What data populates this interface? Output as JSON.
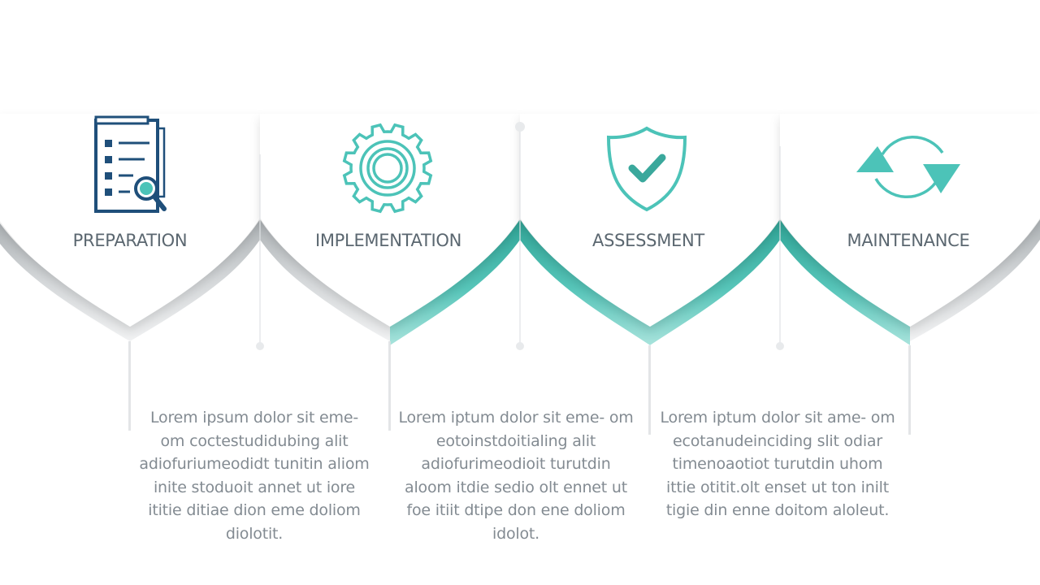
{
  "colors": {
    "navy": "#1f4f7a",
    "teal": "#4cc3b8",
    "teal_dark": "#3aa89c",
    "gray_ribbon": "#c9cdd0",
    "label_gray": "#5b6770",
    "text_gray": "#838b92"
  },
  "steps": [
    {
      "label": "PREPARATION",
      "icon": "checklist-magnifier-icon",
      "description": ""
    },
    {
      "label": "IMPLEMENTATION",
      "icon": "gear-icon",
      "description": "Lorem ipsum dolor sit eme- om coctestudidubing alit adiofuriumeodidt tunitin aliom inite stoduoit annet ut iore ititie ditiae dion eme doliom diolotit."
    },
    {
      "label": "ASSESSMENT",
      "icon": "shield-check-icon",
      "description": "Lorem iptum dolor sit eme- om eotoinstdoitialing alit adiofurimeodioit turutdin aloom itdie sedio olt ennet ut foe itiit dtipe don ene doliom idolot."
    },
    {
      "label": "MAINTENANCE",
      "icon": "refresh-cycle-icon",
      "description": "Lorem iptum dolor sit ame- om ecotanudeinciding slit odiar timenoaotiot turutdin uhom ittie otitit.olt enset ut ton inilt tigie din enne doitom aloleut."
    }
  ]
}
